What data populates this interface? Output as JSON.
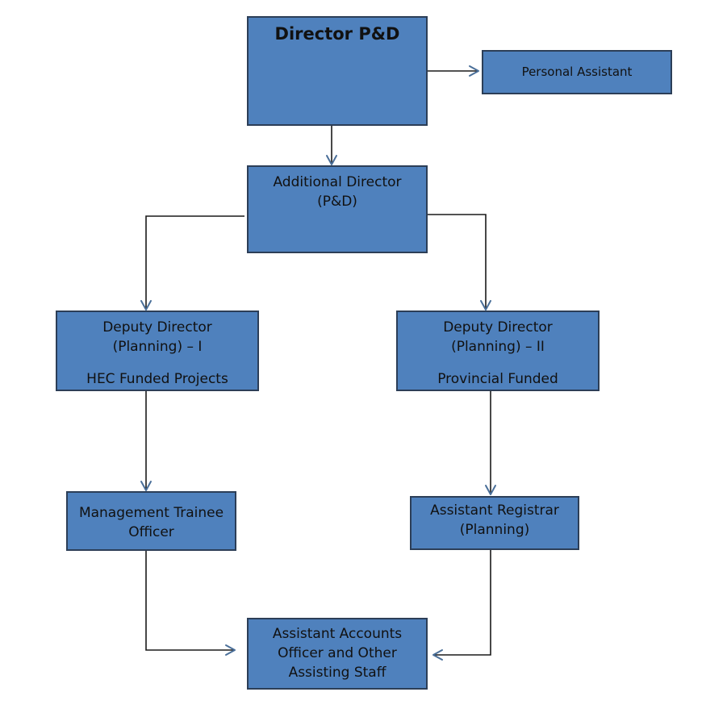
{
  "chart": {
    "director": "Director P&D",
    "personal_assistant": "Personal Assistant",
    "additional_director": {
      "line1": "Additional Director",
      "line2": "(P&D)"
    },
    "deputy_director_1": {
      "line1": "Deputy Director",
      "line2": "(Planning) – I",
      "line3": "HEC Funded Projects"
    },
    "deputy_director_2": {
      "line1": "Deputy Director",
      "line2": "(Planning) – II",
      "line3": "Provincial Funded"
    },
    "management_trainee": {
      "line1": "Management Trainee",
      "line2": "Officer"
    },
    "assistant_registrar": {
      "line1": "Assistant Registrar",
      "line2": "(Planning)"
    },
    "assistant_accounts": {
      "line1": "Assistant Accounts",
      "line2": "Officer and Other",
      "line3": "Assisting Staff"
    }
  },
  "colors": {
    "box_fill": "#4f81bd",
    "box_border": "#2c3e57",
    "connector": "#1a1a1a",
    "arrowhead": "#4a6f99"
  }
}
